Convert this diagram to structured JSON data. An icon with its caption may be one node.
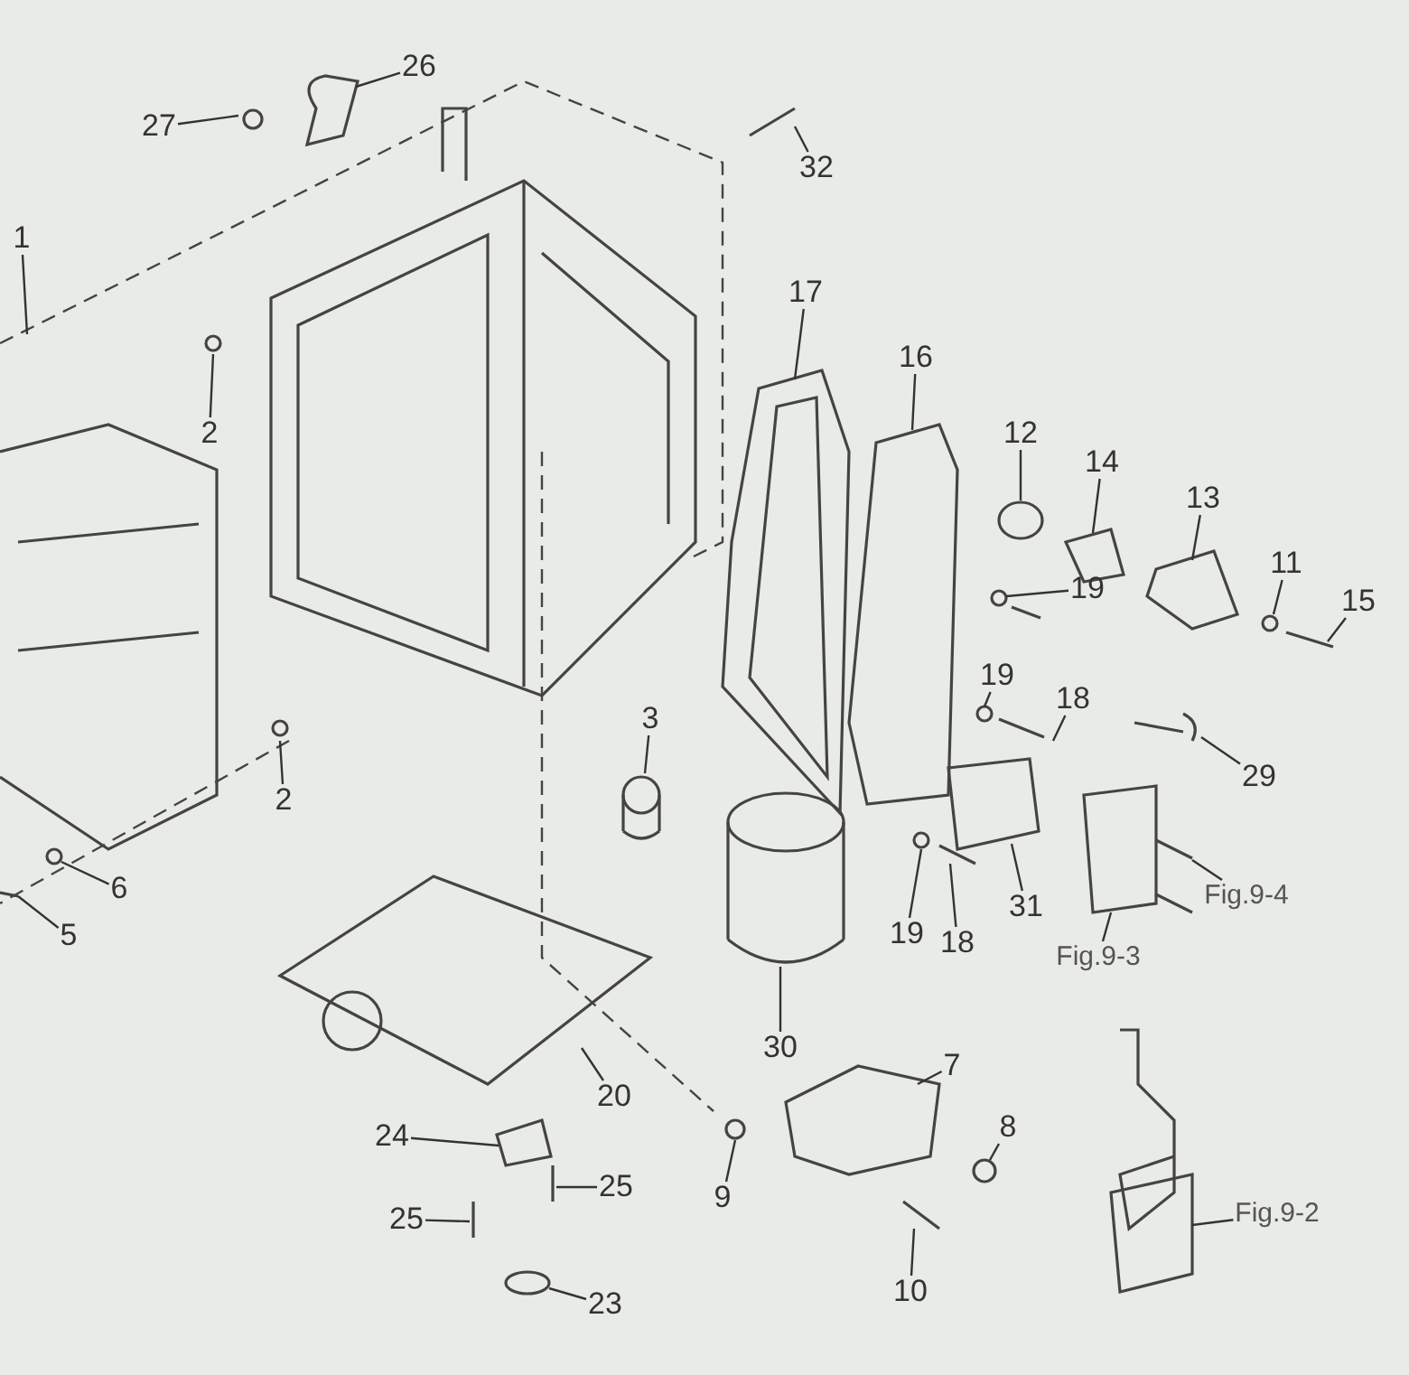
{
  "diagram": {
    "nodes": [
      {
        "text": [
          "27"
        ]
      },
      {
        "text": [
          "26"
        ]
      },
      {
        "text": [
          "32"
        ]
      },
      {
        "text": [
          "1"
        ]
      },
      {
        "text": [
          "2"
        ]
      },
      {
        "text": [
          "2"
        ]
      },
      {
        "text": [
          "17"
        ]
      },
      {
        "text": [
          "16"
        ]
      },
      {
        "text": [
          "12"
        ]
      },
      {
        "text": [
          "14"
        ]
      },
      {
        "text": [
          "13"
        ]
      },
      {
        "text": [
          "11"
        ]
      },
      {
        "text": [
          "15"
        ]
      },
      {
        "text": [
          "19"
        ]
      },
      {
        "text": [
          "19"
        ]
      },
      {
        "text": [
          "18"
        ]
      },
      {
        "text": [
          "3"
        ]
      },
      {
        "text": [
          "29"
        ]
      },
      {
        "text": [
          "6"
        ]
      },
      {
        "text": [
          "5"
        ]
      },
      {
        "text": [
          "19"
        ]
      },
      {
        "text": [
          "18"
        ]
      },
      {
        "text": [
          "31"
        ]
      },
      {
        "text": [
          "Fig.9-4"
        ]
      },
      {
        "text": [
          "Fig.9-3"
        ]
      },
      {
        "text": [
          "30"
        ]
      },
      {
        "text": [
          "20"
        ]
      },
      {
        "text": [
          "7"
        ]
      },
      {
        "text": [
          "8"
        ]
      },
      {
        "text": [
          "24"
        ]
      },
      {
        "text": [
          "25"
        ]
      },
      {
        "text": [
          "25"
        ]
      },
      {
        "text": [
          "9"
        ]
      },
      {
        "text": [
          "10"
        ]
      },
      {
        "text": [
          "23"
        ]
      },
      {
        "text": [
          "Fig.9-2"
        ]
      }
    ],
    "edges": [
      {
        "from": 0,
        "to": null,
        "arrow": "none"
      },
      {
        "from": 1,
        "to": null,
        "arrow": "none"
      },
      {
        "from": 2,
        "to": null,
        "arrow": "none"
      },
      {
        "from": 3,
        "to": null,
        "arrow": "none"
      },
      {
        "from": 4,
        "to": null,
        "arrow": "none"
      },
      {
        "from": 5,
        "to": null,
        "arrow": "none"
      },
      {
        "from": 6,
        "to": null,
        "arrow": "none"
      },
      {
        "from": 7,
        "to": null,
        "arrow": "none"
      },
      {
        "from": 8,
        "to": null,
        "arrow": "none"
      },
      {
        "from": 9,
        "to": null,
        "arrow": "none"
      },
      {
        "from": 10,
        "to": null,
        "arrow": "none"
      },
      {
        "from": 11,
        "to": null,
        "arrow": "none"
      },
      {
        "from": 12,
        "to": null,
        "arrow": "none"
      },
      {
        "from": 13,
        "to": null,
        "arrow": "none"
      },
      {
        "from": 14,
        "to": null,
        "arrow": "none"
      },
      {
        "from": 15,
        "to": null,
        "arrow": "none"
      },
      {
        "from": 16,
        "to": null,
        "arrow": "none"
      },
      {
        "from": 17,
        "to": null,
        "arrow": "none"
      },
      {
        "from": 18,
        "to": null,
        "arrow": "none"
      },
      {
        "from": 19,
        "to": null,
        "arrow": "none"
      },
      {
        "from": 20,
        "to": null,
        "arrow": "none"
      },
      {
        "from": 21,
        "to": null,
        "arrow": "none"
      },
      {
        "from": 22,
        "to": null,
        "arrow": "none"
      },
      {
        "from": 23,
        "to": null,
        "arrow": "none"
      },
      {
        "from": 24,
        "to": null,
        "arrow": "none"
      },
      {
        "from": 25,
        "to": null,
        "arrow": "none"
      },
      {
        "from": 26,
        "to": null,
        "arrow": "none"
      },
      {
        "from": 27,
        "to": null,
        "arrow": "none"
      },
      {
        "from": 28,
        "to": null,
        "arrow": "none"
      },
      {
        "from": 29,
        "to": null,
        "arrow": "none"
      },
      {
        "from": 30,
        "to": null,
        "arrow": "none"
      },
      {
        "from": 31,
        "to": null,
        "arrow": "none"
      },
      {
        "from": 32,
        "to": null,
        "arrow": "none"
      },
      {
        "from": 33,
        "to": null,
        "arrow": "none"
      },
      {
        "from": 34,
        "to": null,
        "arrow": "none"
      },
      {
        "from": 35,
        "to": null,
        "arrow": "none"
      }
    ]
  }
}
